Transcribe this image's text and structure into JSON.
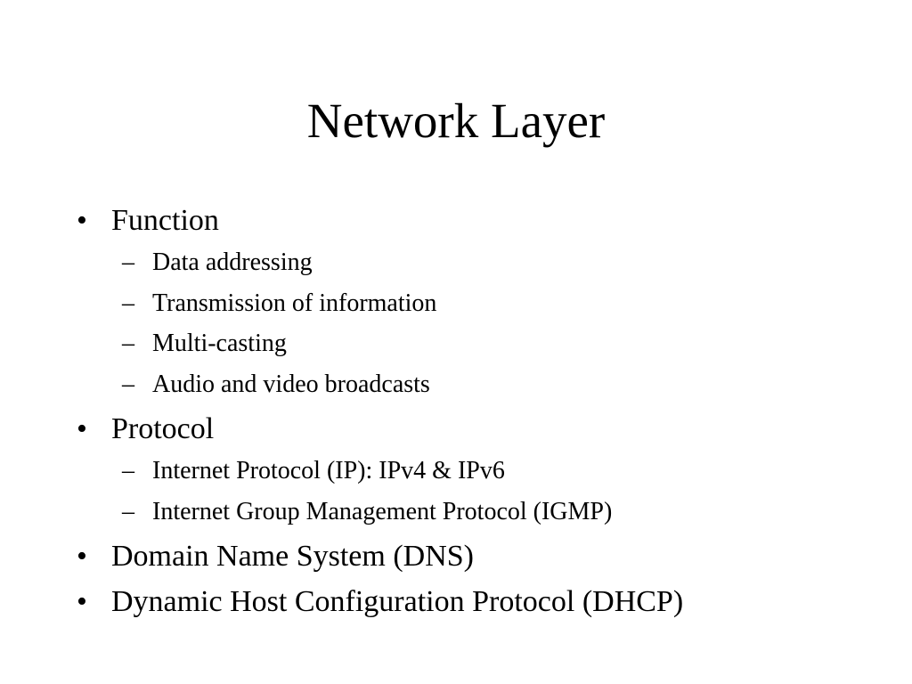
{
  "slide": {
    "title": "Network Layer",
    "bullets": [
      {
        "marker": "•",
        "text": "Function",
        "sub": [
          {
            "marker": "–",
            "text": "Data addressing"
          },
          {
            "marker": "–",
            "text": "Transmission of information"
          },
          {
            "marker": "–",
            "text": "Multi-casting"
          },
          {
            "marker": "–",
            "text": "Audio and video broadcasts"
          }
        ]
      },
      {
        "marker": "•",
        "text": "Protocol",
        "sub": [
          {
            "marker": "–",
            "text": "Internet Protocol (IP): IPv4 & IPv6"
          },
          {
            "marker": "–",
            "text": "Internet Group Management Protocol (IGMP)"
          }
        ]
      },
      {
        "marker": "•",
        "text": "Domain Name System (DNS)",
        "sub": []
      },
      {
        "marker": "•",
        "text": "Dynamic Host Configuration Protocol (DHCP)",
        "sub": []
      }
    ]
  }
}
